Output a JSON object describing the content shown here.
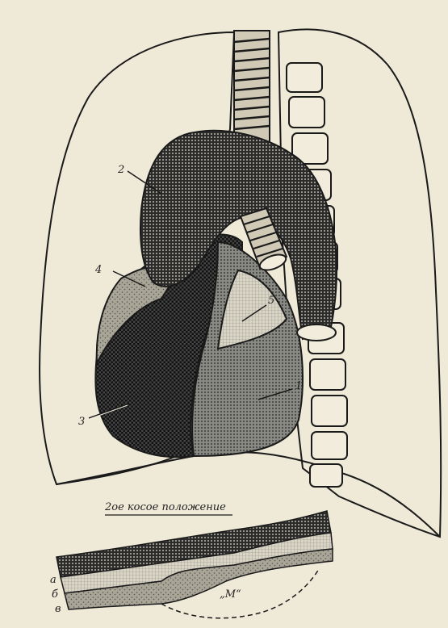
{
  "figure": {
    "caption": "2ое косое положение",
    "labels": {
      "l1": "1",
      "l2": "2",
      "l3": "3",
      "l4": "4",
      "l5": "5"
    },
    "strip_labels": {
      "a": "а",
      "b": "б",
      "v": "в",
      "m": "„М“"
    }
  },
  "colors": {
    "paper": "#efe9d8",
    "ink": "#1a1a1a"
  }
}
